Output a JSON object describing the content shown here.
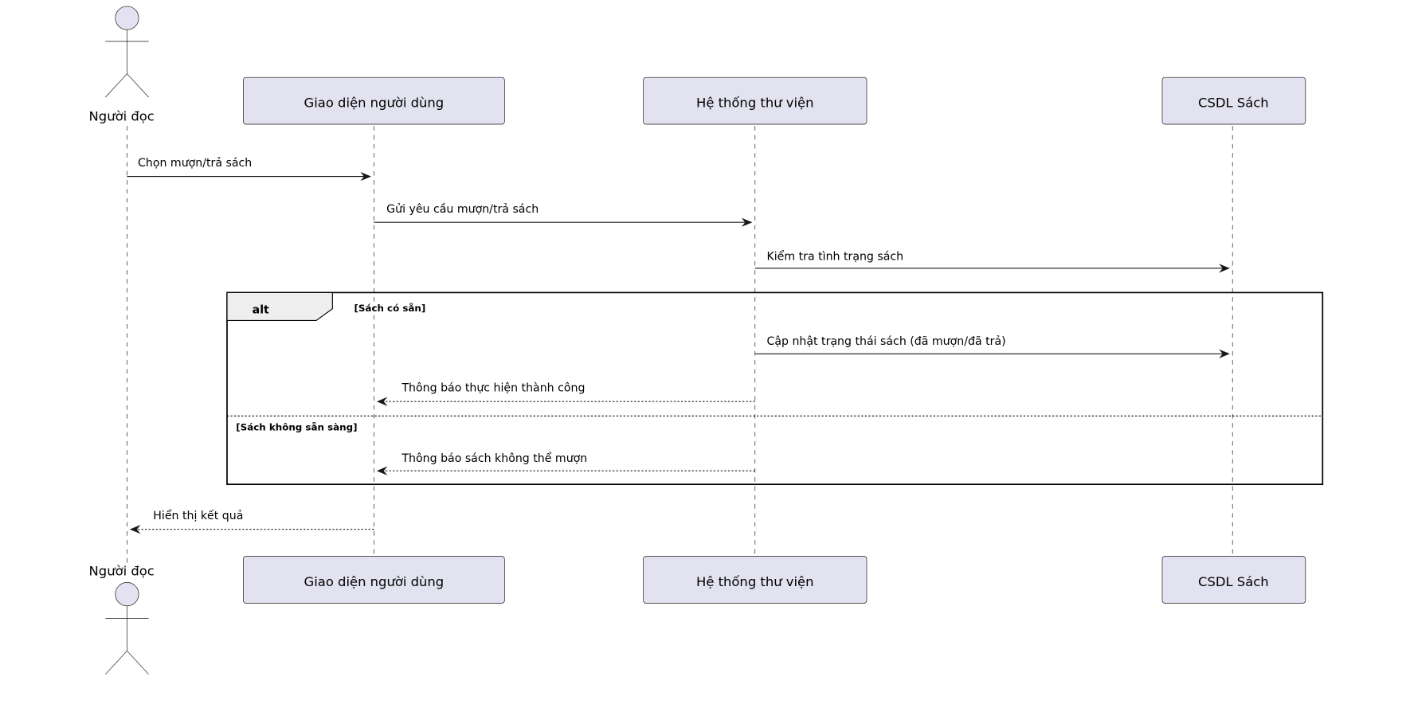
{
  "participants": {
    "actor_reader": "Người đọc",
    "user_interface": "Giao diện người dùng",
    "library_system": "Hệ thống thư viện",
    "book_db": "CSDL Sách"
  },
  "messages": {
    "m1": "Chọn mượn/trả sách",
    "m2": "Gửi yêu cầu mượn/trả sách",
    "m3": "Kiểm tra tình trạng sách",
    "m4": "Cập nhật trạng thái sách (đã mượn/đã trả)",
    "m5": "Thông báo thực hiện thành công",
    "m6": "Thông báo sách không thể mượn",
    "m7": "Hiển thị kết quả"
  },
  "fragment": {
    "keyword": "alt",
    "guard_1": "[Sách có sẵn]",
    "guard_2": "[Sách không sẵn sàng]"
  },
  "colors": {
    "participant_fill": "#e2e2f0",
    "stroke": "#181818",
    "frame_tab": "#eeeeee"
  }
}
